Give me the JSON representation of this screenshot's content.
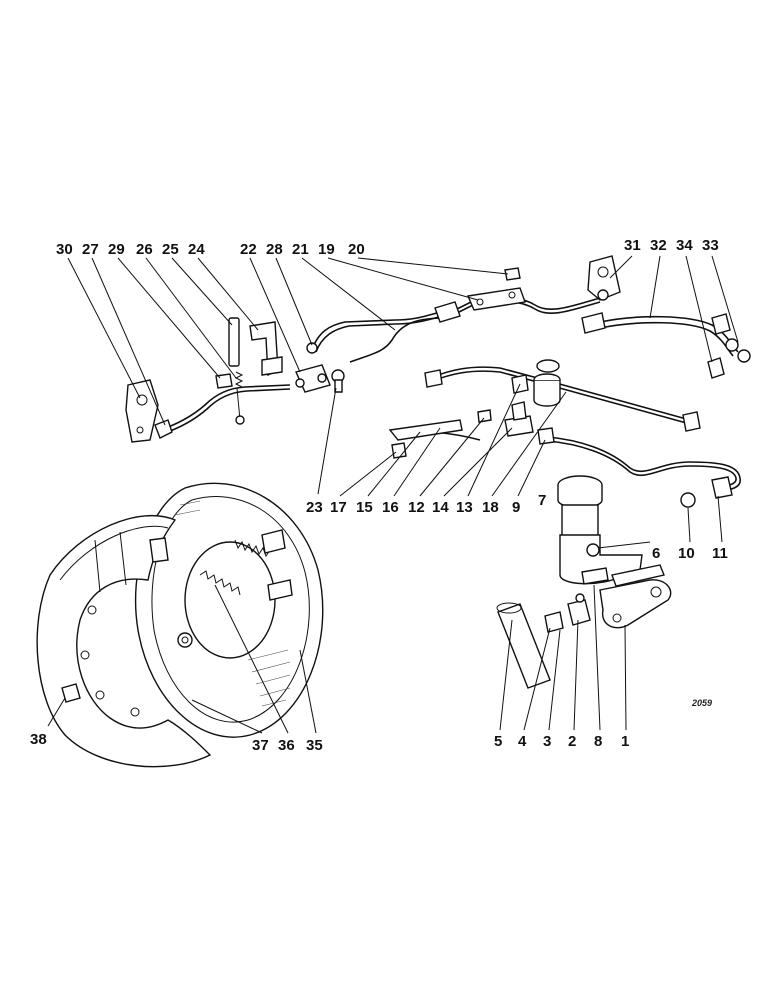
{
  "callouts": [
    "1",
    "2",
    "3",
    "4",
    "5",
    "6",
    "7",
    "8",
    "9",
    "10",
    "11",
    "12",
    "13",
    "14",
    "15",
    "16",
    "17",
    "18",
    "19",
    "20",
    "21",
    "22",
    "23",
    "24",
    "25",
    "26",
    "27",
    "28",
    "29",
    "30",
    "31",
    "32",
    "33",
    "34",
    "35",
    "36",
    "37",
    "38"
  ],
  "plate_number": "2059"
}
